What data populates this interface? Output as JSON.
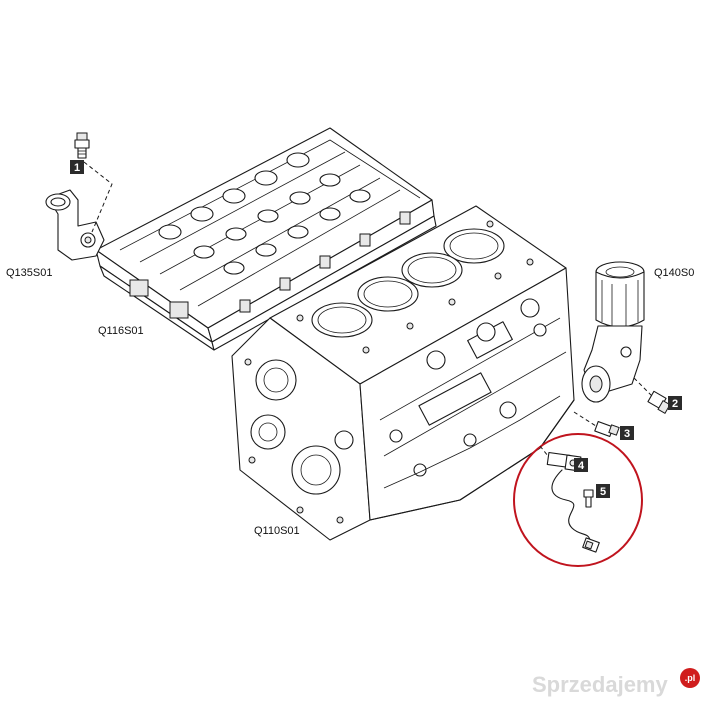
{
  "parts": {
    "cylinder_head_label": "Q116S01",
    "engine_block_label": "Q110S01",
    "thermostat_label": "Q135S01",
    "oil_filter_label": "Q140S0"
  },
  "callouts": [
    "1",
    "2",
    "3",
    "4",
    "5"
  ],
  "watermark": {
    "text": "Sprzedajemy",
    "suffix": ".pl"
  },
  "colors": {
    "highlight_circle": "#c0141e",
    "callout_box": "#2b2b2b",
    "watermark_badge": "#d01d1d"
  }
}
